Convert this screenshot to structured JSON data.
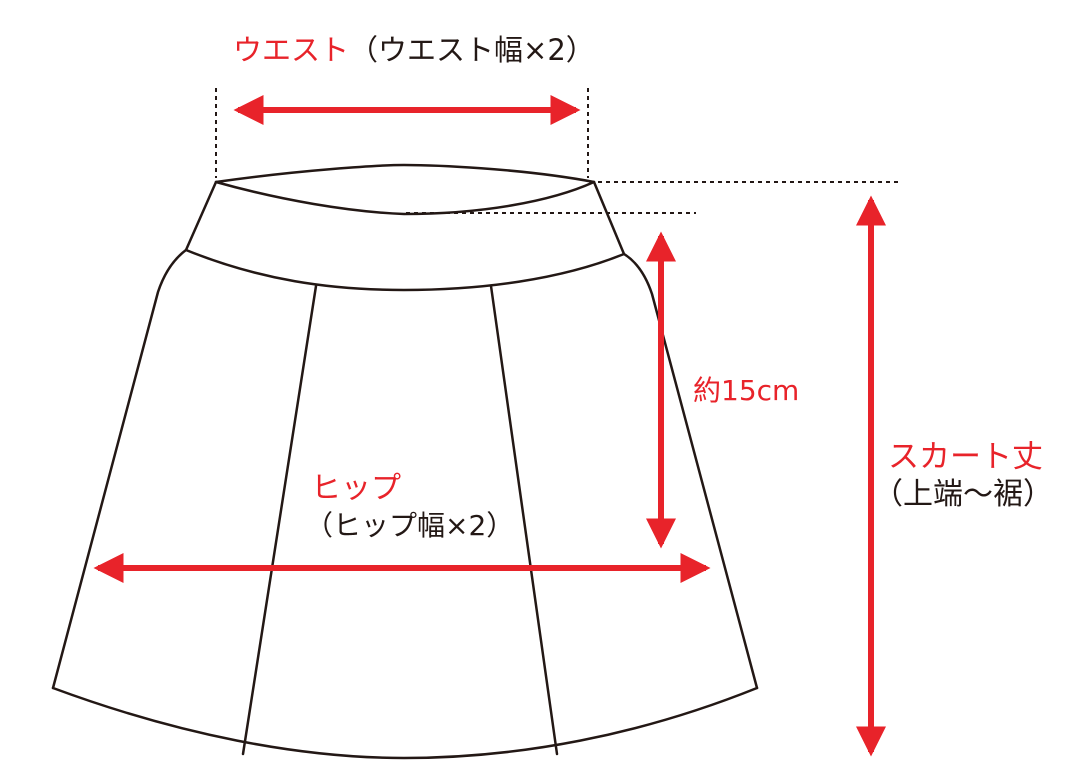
{
  "labels": {
    "waist": "ウエスト",
    "waist_sub": "（ウエスト幅×2）",
    "hip": "ヒップ",
    "hip_sub": "（ヒップ幅×2）",
    "approx_15cm": "約15cm",
    "skirt_length": "スカート丈",
    "skirt_length_sub": "（上端〜裾）"
  },
  "colors": {
    "accent_red": "#e8232a",
    "line": "#231815",
    "background": "#ffffff"
  }
}
